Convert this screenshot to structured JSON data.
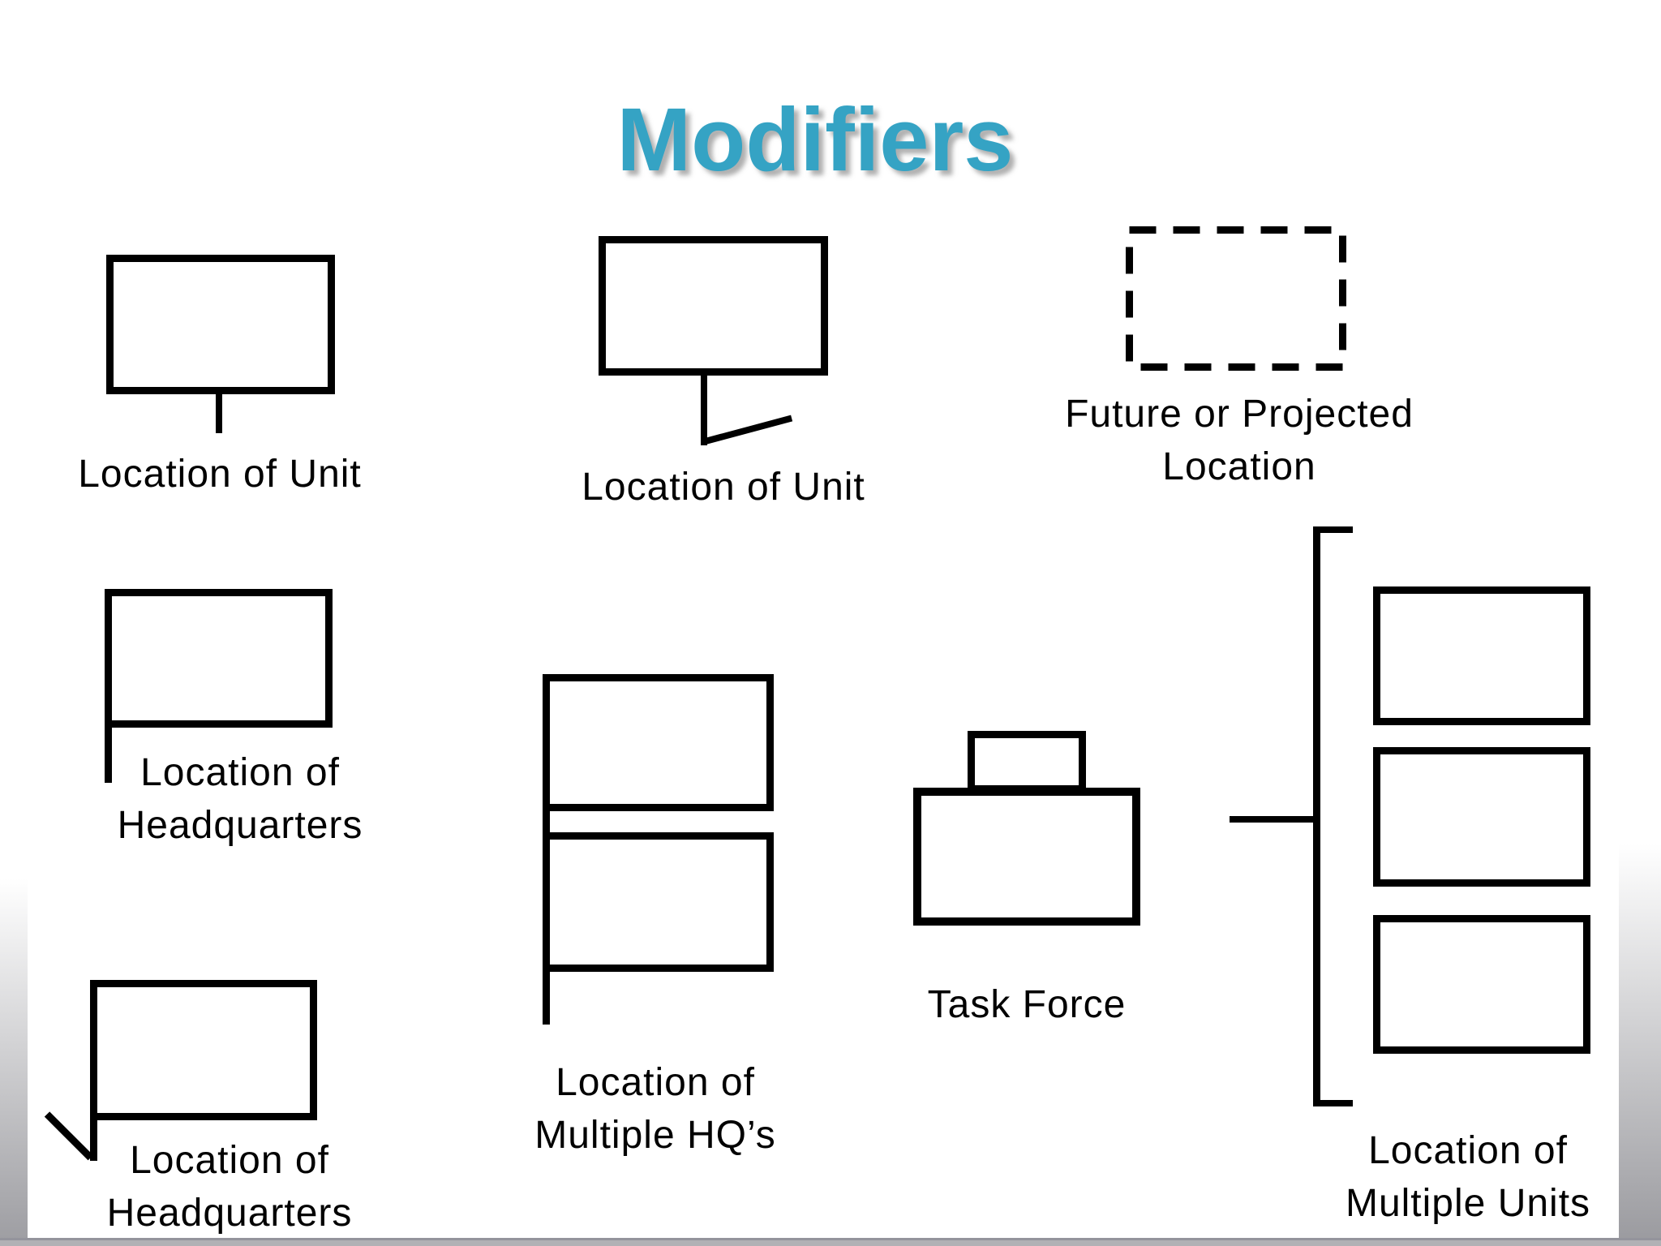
{
  "slide": {
    "title": "Modifiers"
  },
  "colors": {
    "title_teal": "#35a3c4",
    "ink_black": "#000000",
    "background_white": "#ffffff",
    "edge_gray": "#b1b1b5"
  },
  "symbols": {
    "unit_center_stem": {
      "label": "Location of Unit"
    },
    "unit_offset_staff": {
      "label": "Location of Unit"
    },
    "future_projected": {
      "line1": "Future or Projected",
      "line2": "Location"
    },
    "hq_left_staff": {
      "line1": "Location of",
      "line2": "Headquarters"
    },
    "multiple_hq": {
      "line1": "Location of",
      "line2": "Multiple HQ’s"
    },
    "task_force": {
      "label": "Task Force"
    },
    "multiple_units": {
      "line1": "Location of",
      "line2": "Multiple Units"
    },
    "hq_diagonal_staff": {
      "line1": "Location of",
      "line2": "Headquarters"
    }
  }
}
